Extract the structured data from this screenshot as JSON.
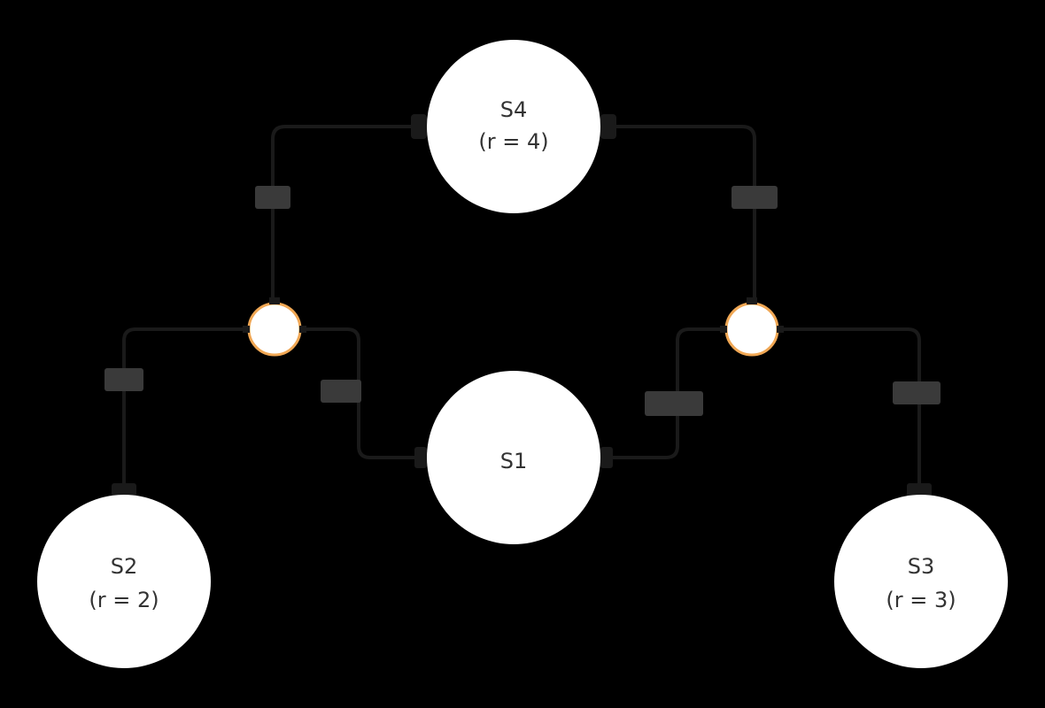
{
  "diagram": {
    "background": "#000000",
    "line_color": "#1a1a1a",
    "node_fill": "#ffffff",
    "junction_stroke": "#f0a754",
    "label_fill": "#3a3a3a",
    "nodes": {
      "s4": {
        "name": "S4",
        "detail": "(r = 4)"
      },
      "s1": {
        "name": "S1",
        "detail": ""
      },
      "s2": {
        "name": "S2",
        "detail": "(r = 2)"
      },
      "s3": {
        "name": "S3",
        "detail": "(r = 3)"
      }
    },
    "edge_labels": {
      "s4_left": "",
      "s4_right": "",
      "j1_left": "",
      "j1_s1": "",
      "s1_j2": "",
      "j2_right": ""
    }
  }
}
